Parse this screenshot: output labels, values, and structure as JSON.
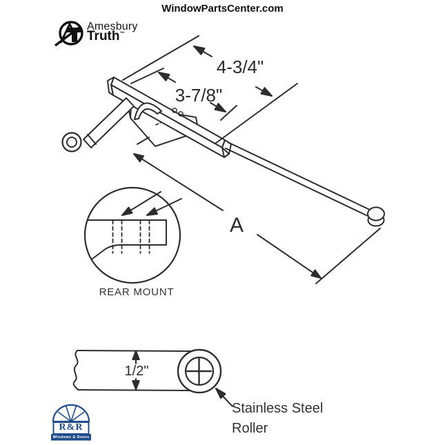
{
  "page": {
    "site_title": "WindowPartsCenter.com"
  },
  "brand": {
    "name_line1": "Amesbury",
    "name_line2": "Truth",
    "trademark": "™"
  },
  "diagram": {
    "dim_outer": "4-3/4\"",
    "dim_inner": "3-7/8\"",
    "dim_arm_length": "A",
    "detail_label": "REAR MOUNT",
    "thickness_label": "1/2\"",
    "callout_line1": "Stainless Steel",
    "callout_line2": "Roller"
  },
  "footer_logo": {
    "initials": "R&R",
    "tagline": "Windows & Doors"
  },
  "colors": {
    "line": "#2d2d2d",
    "text": "#262626",
    "logo_navy": "#214c8c"
  }
}
